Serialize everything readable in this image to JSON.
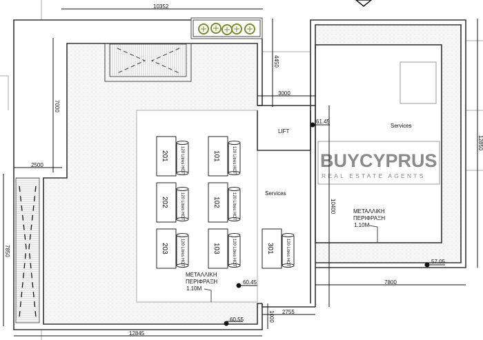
{
  "dimensions": {
    "top_width": "10352",
    "right_upper_height": "4450",
    "lift_gap": "3000",
    "left_upper_height": "7000",
    "left_width": "2500",
    "left_lower_height": "7850",
    "bottom_width": "12845",
    "right_height": "12850",
    "right_width": "7800",
    "middle_height": "10400",
    "bottom_step_width": "2755",
    "bottom_step_height": "1000"
  },
  "rooms": {
    "lift": "LIFT",
    "services_left": "Services",
    "services_right": "Services"
  },
  "units": [
    {
      "id": "201",
      "tank": "120 Litres HOT"
    },
    {
      "id": "101",
      "tank": "120 Litres HOT"
    },
    {
      "id": "202",
      "tank": "120 Litres HOT"
    },
    {
      "id": "102",
      "tank": "120 Litres HOT"
    },
    {
      "id": "203",
      "tank": "120 Litres HOT"
    },
    {
      "id": "103",
      "tank": "120 Litres HOT"
    },
    {
      "id": "301",
      "tank": "120 Litres HOT"
    }
  ],
  "fence_notes": [
    {
      "line1": "ΜΕΤΑΛΛΙΚΗ",
      "line2": "ΠΕΡΙΦΡΑΞΗ",
      "line3": "1.10M"
    },
    {
      "line1": "ΜΕΤΑΛΛΙΚΗ",
      "line2": "ΠΕΡΙΦΡΑΞΗ",
      "line3": "1.10M"
    }
  ],
  "levels": {
    "lift": "61.45",
    "center": "60.45",
    "right": "57.05",
    "bottom": "60.55"
  },
  "watermark": {
    "brand": "BUYCYPRUS",
    "tagline": "REAL ESTATE AGENTS"
  },
  "colors": {
    "planter": "#7a8a2a",
    "paving": "#f4f4f4",
    "watermark": "#8a8a8a"
  }
}
